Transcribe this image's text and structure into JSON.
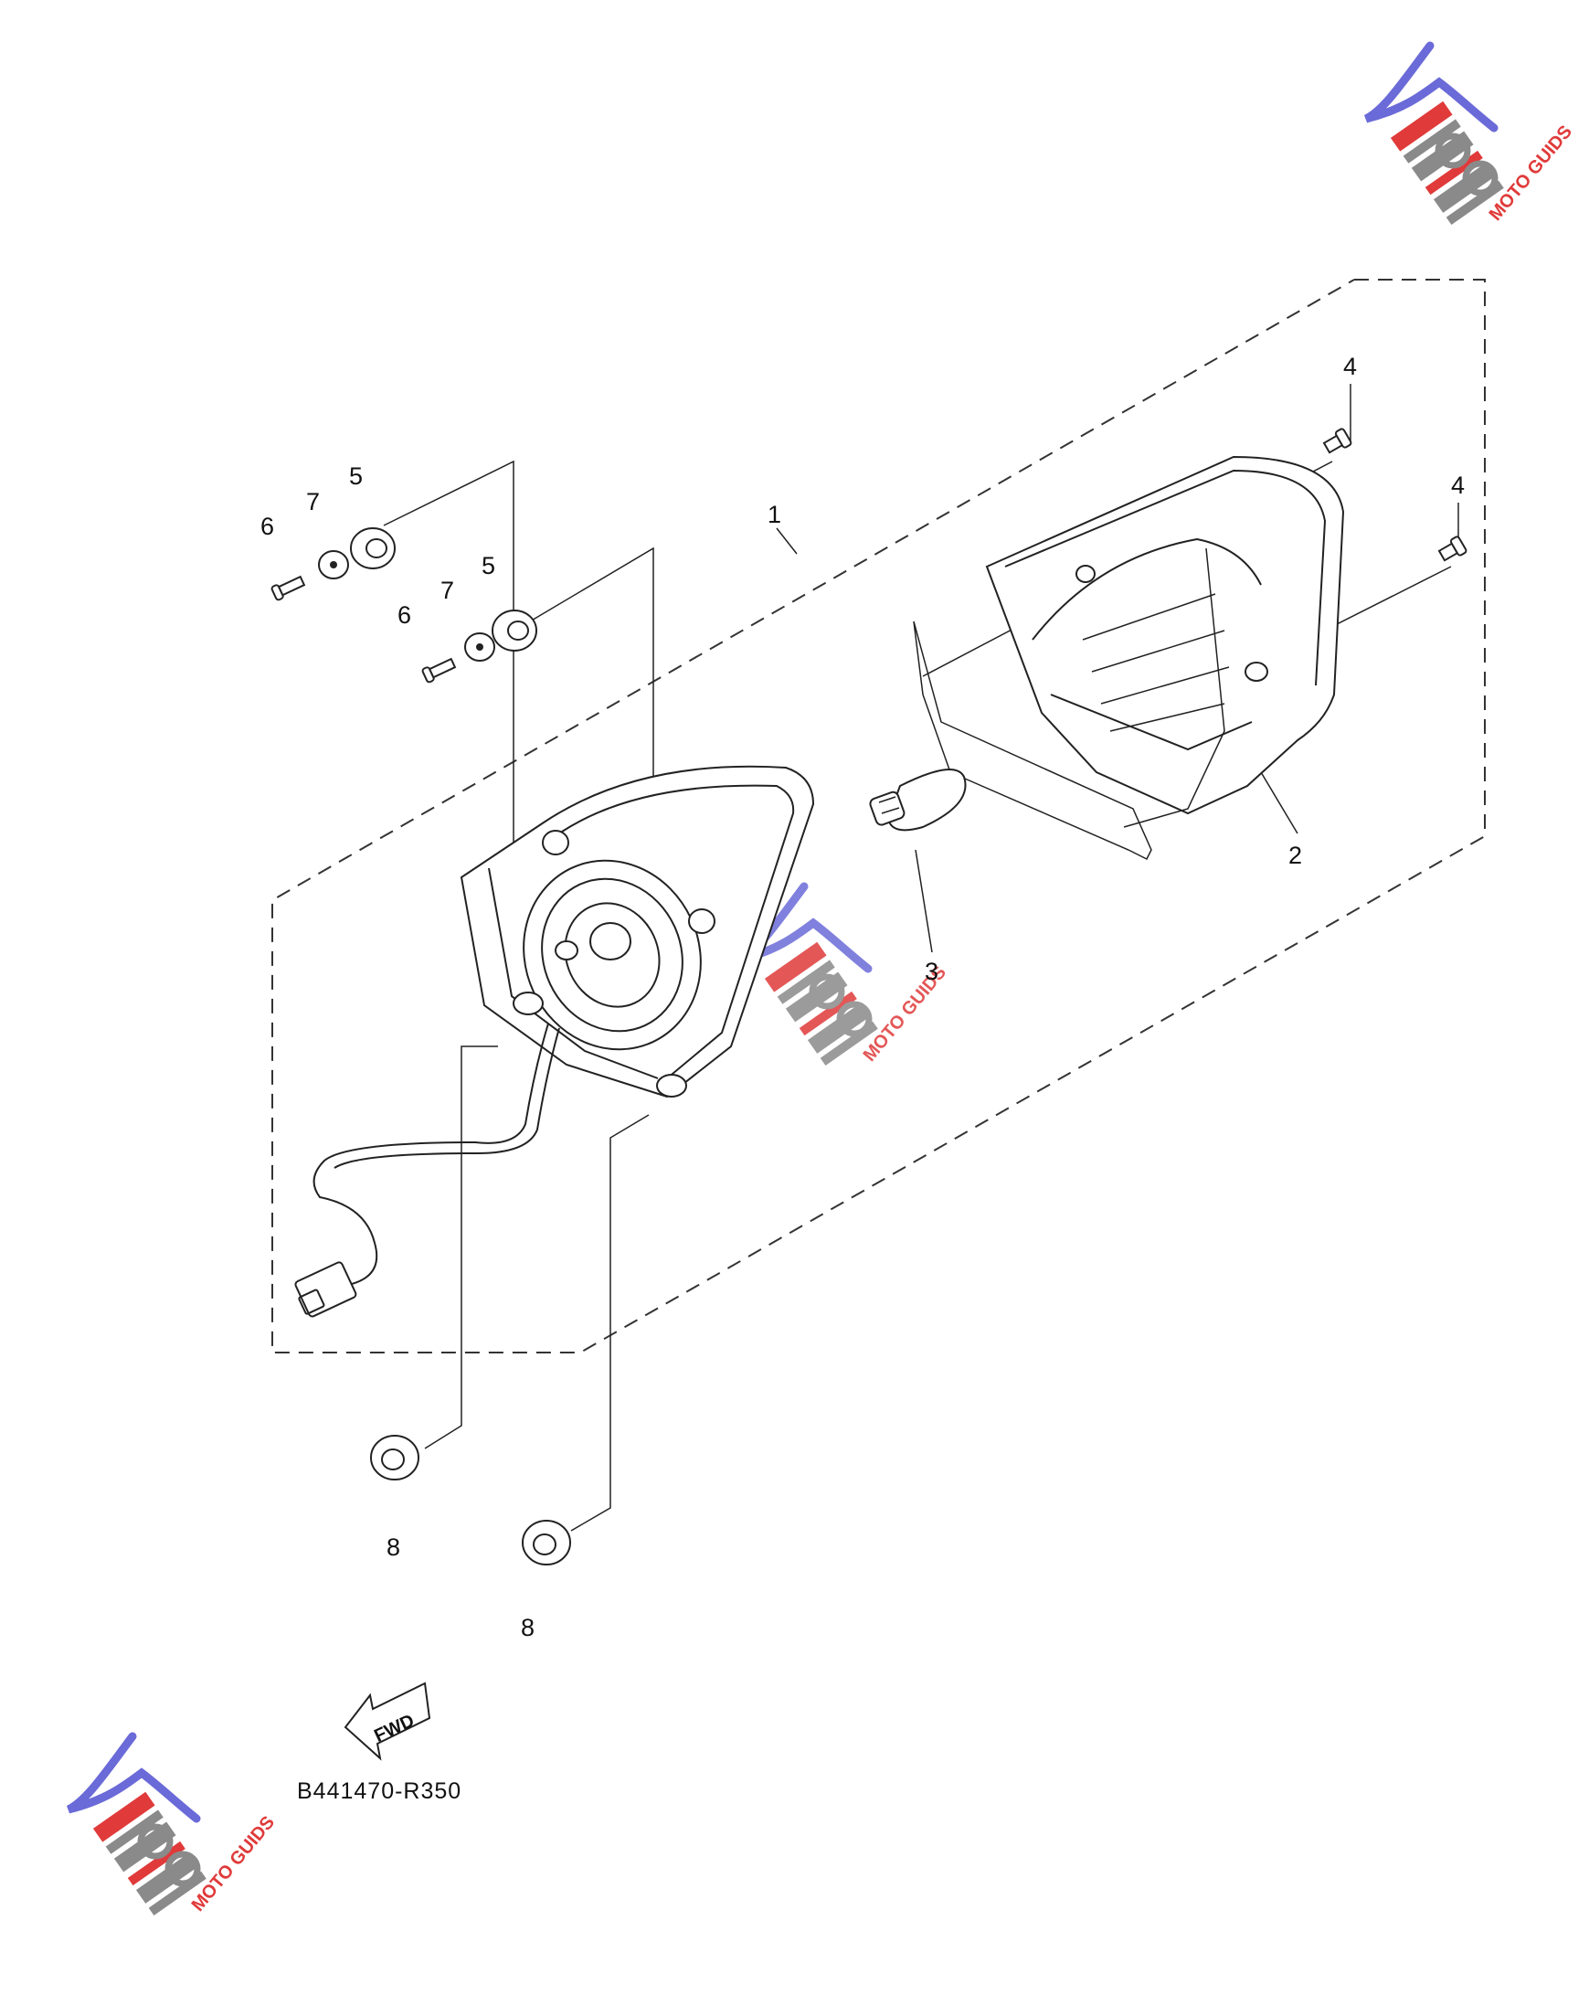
{
  "diagram": {
    "callouts": [
      {
        "id": "1",
        "label": "1"
      },
      {
        "id": "2",
        "label": "2"
      },
      {
        "id": "3",
        "label": "3"
      },
      {
        "id": "4a",
        "label": "4"
      },
      {
        "id": "4b",
        "label": "4"
      },
      {
        "id": "5a",
        "label": "5"
      },
      {
        "id": "5b",
        "label": "5"
      },
      {
        "id": "6a",
        "label": "6"
      },
      {
        "id": "6b",
        "label": "6"
      },
      {
        "id": "7a",
        "label": "7"
      },
      {
        "id": "7b",
        "label": "7"
      },
      {
        "id": "8a",
        "label": "8"
      },
      {
        "id": "8b",
        "label": "8"
      }
    ],
    "direction_label": "FWD",
    "drawing_code": "B441470-R350",
    "watermark": "MOTO GUIDS",
    "colors": {
      "line": "#222222",
      "watermark_blue": "#6a6ad8",
      "watermark_red": "#e03a3a",
      "watermark_gray": "#8a8a8a"
    }
  }
}
